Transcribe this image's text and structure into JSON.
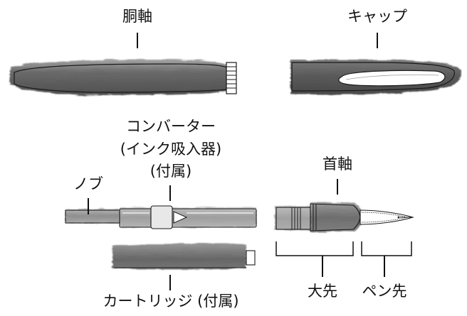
{
  "labels": {
    "barrel": "胴軸",
    "cap": "キャップ",
    "converter_line1": "コンバーター",
    "converter_line2": "(インク吸入器)",
    "converter_line3": "(付属)",
    "knob": "ノブ",
    "grip_section": "首軸",
    "cartridge": "カートリッジ (付属)",
    "large_nib": "大先",
    "pen_nib": "ペン先"
  },
  "colors": {
    "ink_wash": "#4a4a4a",
    "outline": "#1a1a1a",
    "background": "#ffffff"
  }
}
